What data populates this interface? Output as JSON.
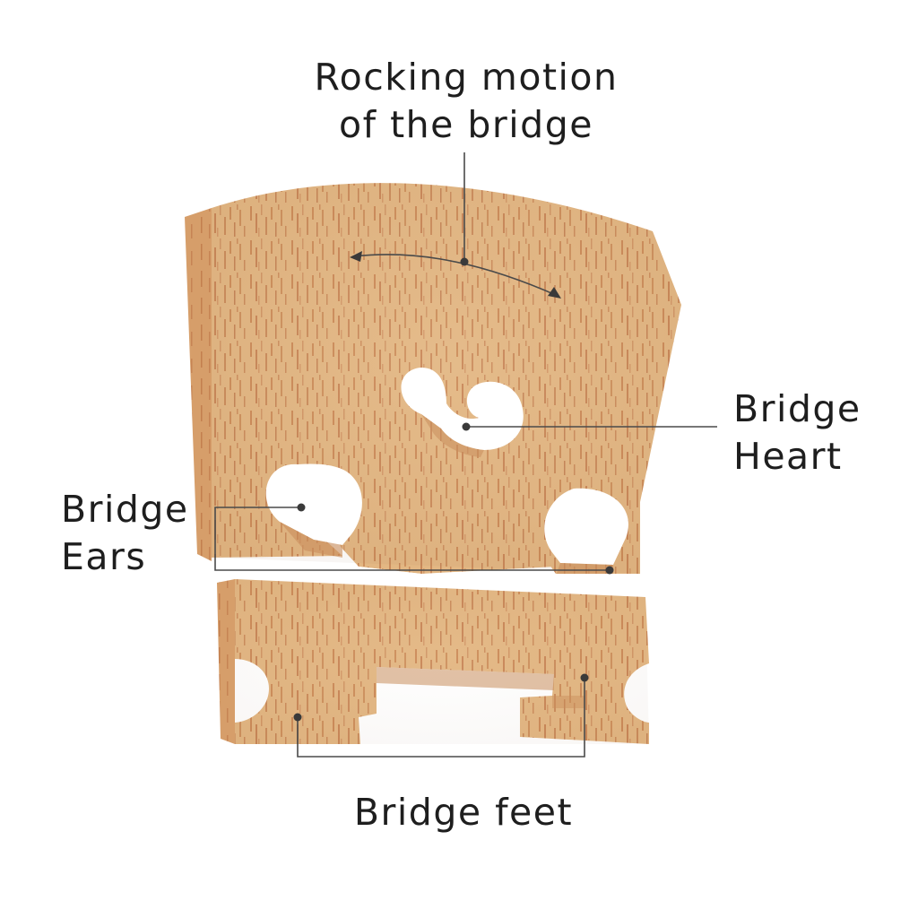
{
  "labels": {
    "rocking": {
      "line1": "Rocking motion",
      "line2": "of the bridge"
    },
    "heart": {
      "line1": "Bridge",
      "line2": "Heart"
    },
    "ears": {
      "line1": "Bridge",
      "line2": "Ears"
    },
    "feet": {
      "line1": "Bridge feet"
    }
  },
  "colors": {
    "wood_light": "#e6bd8a",
    "wood_mid": "#d9a56f",
    "wood_grain": "#b86a3e",
    "wood_side": "#c98e5c",
    "leader_line": "#4a4a4a",
    "text": "#1e1e1e"
  }
}
